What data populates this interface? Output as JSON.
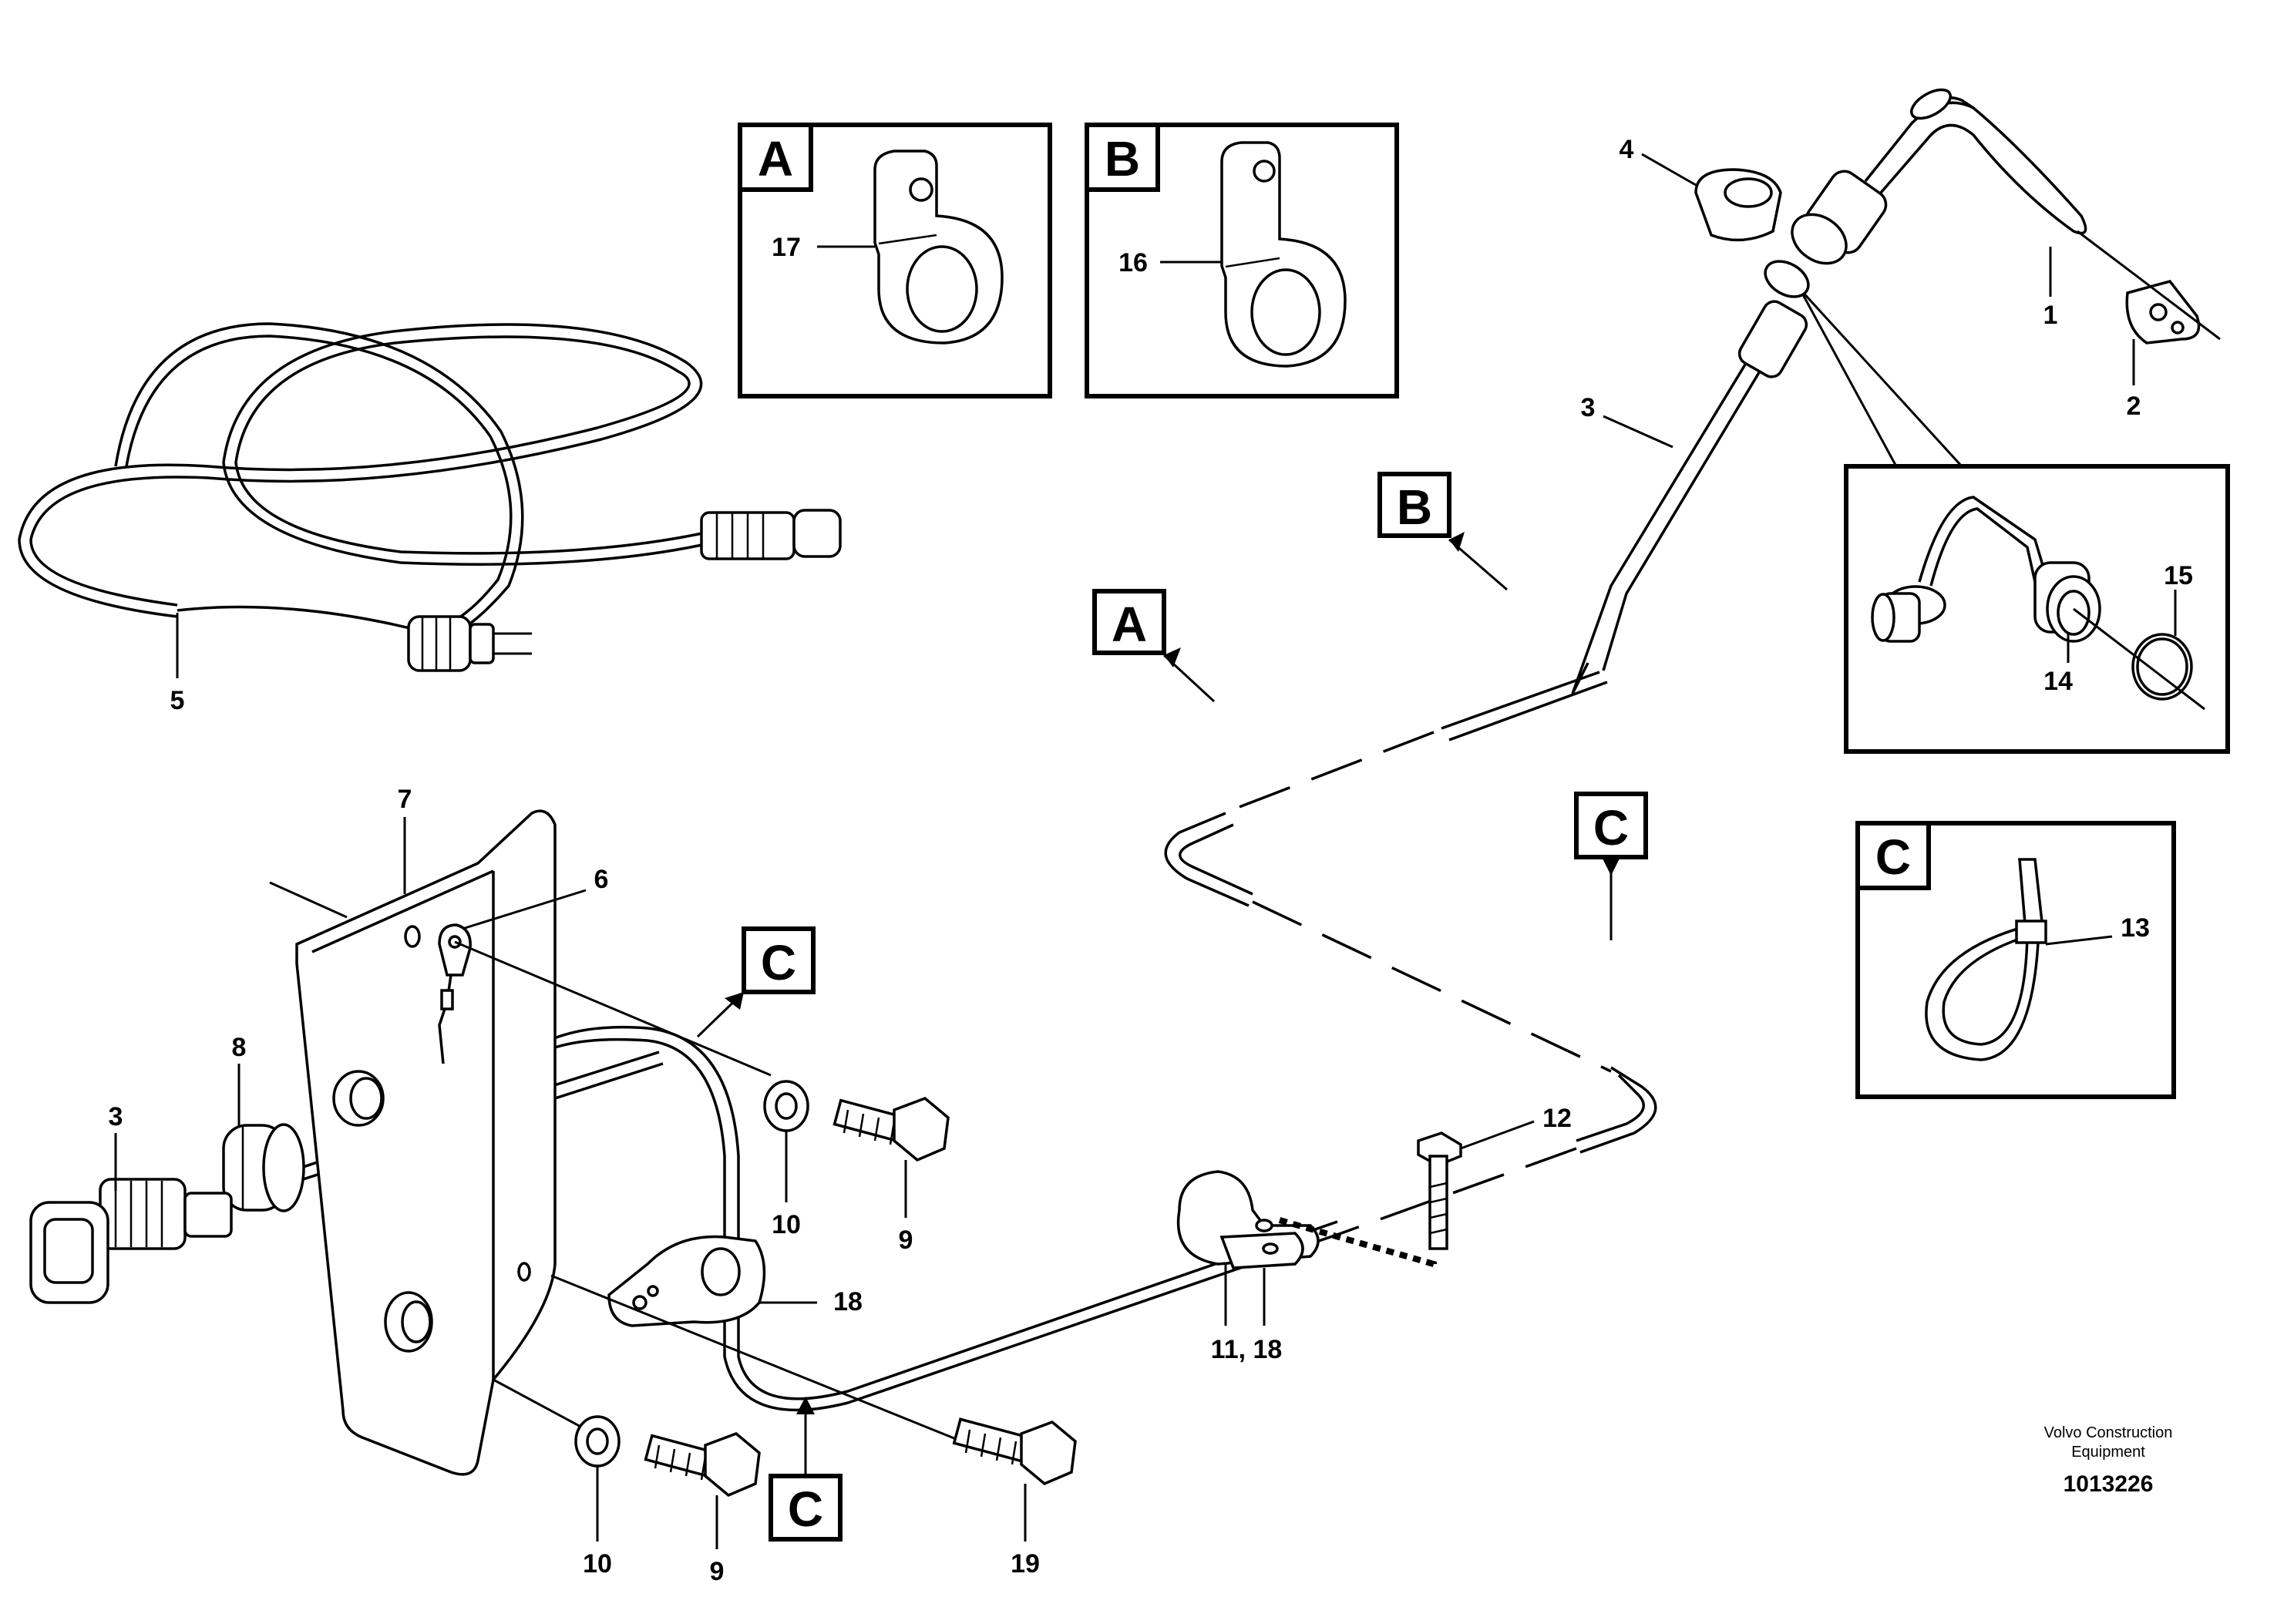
{
  "diagram": {
    "callouts": {
      "c1": "1",
      "c2": "2",
      "c3_top": "3",
      "c3_left": "3",
      "c4": "4",
      "c5": "5",
      "c6": "6",
      "c7": "7",
      "c8": "8",
      "c9_upper": "9",
      "c9_lower": "9",
      "c10_upper": "10",
      "c10_lower": "10",
      "c11_18": "11, 18",
      "c12": "12",
      "c13": "13",
      "c14": "14",
      "c15": "15",
      "c16": "16",
      "c17": "17",
      "c18": "18",
      "c19": "19"
    },
    "detail_letters": {
      "detail_a": "A",
      "detail_b": "B",
      "detail_c": "C",
      "ref_a": "A",
      "ref_b": "B",
      "ref_c_right": "C",
      "ref_c_upper": "C",
      "ref_c_lower": "C"
    },
    "footer": {
      "company_line1": "Volvo Construction",
      "company_line2": "Equipment",
      "drawing_number": "1013226"
    }
  }
}
